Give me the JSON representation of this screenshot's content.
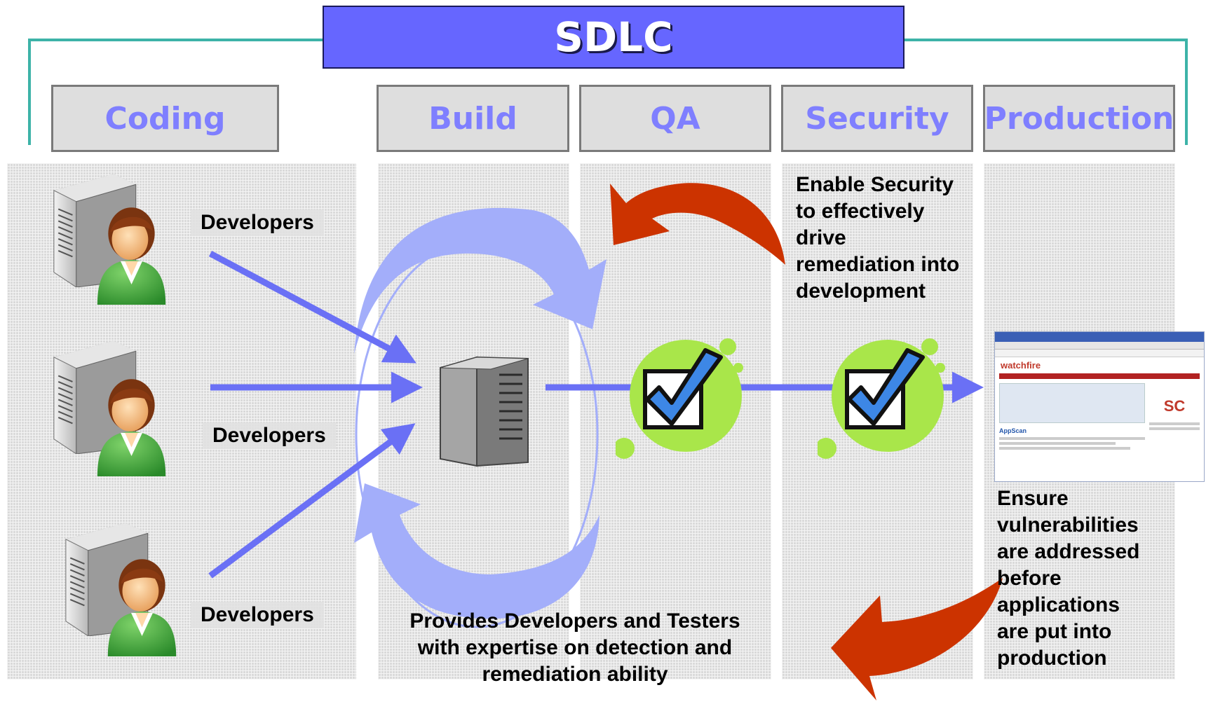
{
  "title": "SDLC",
  "stages": {
    "coding": "Coding",
    "build": "Build",
    "qa": "QA",
    "security": "Security",
    "production": "Production"
  },
  "developers": [
    "Developers",
    "Developers",
    "Developers"
  ],
  "security_note": [
    "Enable Security",
    "to effectively",
    "drive",
    "remediation into",
    "development"
  ],
  "bottom_note": [
    "Provides Developers and Testers",
    "with expertise on detection and",
    "remediation ability"
  ],
  "production_note": [
    "Ensure",
    "vulnerabilities",
    "are addressed",
    "before",
    "applications",
    "are put into",
    "production"
  ],
  "screenshot": {
    "brand": "watchfire",
    "product": "AppScan",
    "badge": "SC"
  },
  "colors": {
    "title_bg": "#6666ff",
    "stage_text": "#7f7fff",
    "arrow_blue": "#6a70f5",
    "cycle_blue": "#a3aefa",
    "red_arrow": "#cc3300",
    "check_green": "#a9e64a",
    "bracket": "#3db3a8"
  },
  "icons": [
    "server-icon",
    "person-icon",
    "checkmark-icon",
    "cycle-arrow-icon",
    "curved-arrow-icon"
  ]
}
